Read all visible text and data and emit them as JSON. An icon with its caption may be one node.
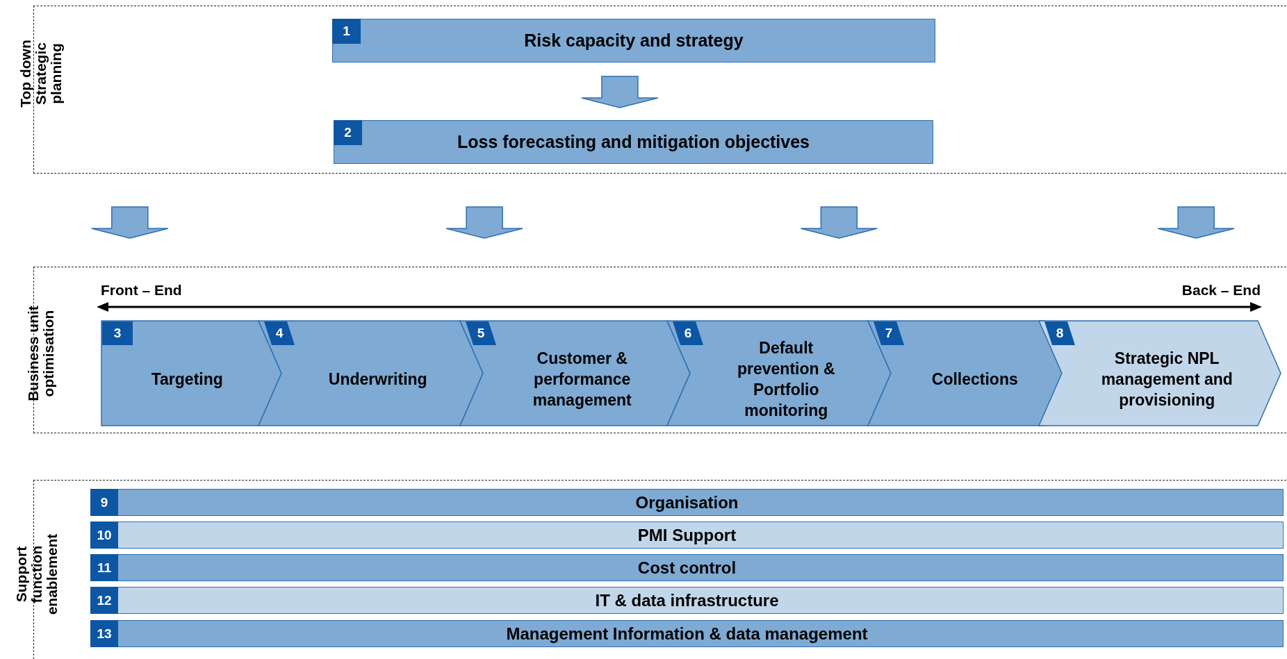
{
  "diagram": {
    "nodes": [
      {
        "text": [
          "Top down Strategic planning"
        ]
      },
      {
        "text": [
          "1",
          "Risk capacity and strategy"
        ],
        "in": 0
      },
      {
        "text": [
          "2",
          "Loss forecasting and mitigation objectives"
        ],
        "in": 0
      },
      {
        "text": [
          "Business unit optimisation"
        ]
      },
      {
        "text": [
          "3",
          "Targeting"
        ],
        "in": 3
      },
      {
        "text": [
          "4",
          "Underwriting"
        ],
        "in": 3
      },
      {
        "text": [
          "5",
          "Customer & performance management"
        ],
        "in": 3
      },
      {
        "text": [
          "6",
          "Default prevention & Portfolio monitoring"
        ],
        "in": 3
      },
      {
        "text": [
          "7",
          "Collections"
        ],
        "in": 3
      },
      {
        "text": [
          "8",
          "Strategic NPL management and provisioning"
        ],
        "in": 3
      },
      {
        "text": [
          "Support function enablement"
        ]
      },
      {
        "text": [
          "9",
          "Organisation"
        ],
        "in": 10
      },
      {
        "text": [
          "10",
          "PMI Support"
        ],
        "in": 10
      },
      {
        "text": [
          "11",
          "Cost control"
        ],
        "in": 10
      },
      {
        "text": [
          "12",
          "IT & data infrastructure"
        ],
        "in": 10
      },
      {
        "text": [
          "13",
          "Management Information & data management"
        ],
        "in": 10
      }
    ],
    "edges": [
      {
        "from": 1,
        "to": 2,
        "arrow": "to"
      },
      {
        "from": 0,
        "to": 3,
        "arrow": "to"
      },
      {
        "from": 0,
        "to": 3,
        "arrow": "to"
      },
      {
        "from": 0,
        "to": 3,
        "arrow": "to"
      },
      {
        "from": 0,
        "to": 3,
        "arrow": "to"
      }
    ],
    "labels": [
      "Front – End",
      "Back – End"
    ]
  }
}
